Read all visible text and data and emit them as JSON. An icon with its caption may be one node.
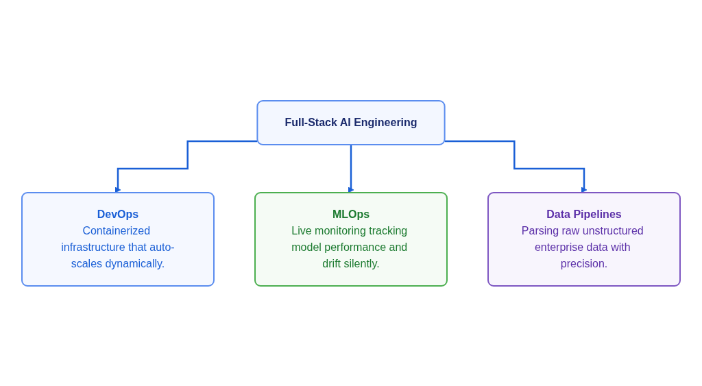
{
  "diagram": {
    "nodes": [
      {
        "text": [
          "Full-Stack AI Engineering"
        ]
      },
      {
        "text": [
          "DevOps",
          "Containerized infrastructure that auto-scales dynamically."
        ]
      },
      {
        "text": [
          "MLOps",
          "Live monitoring tracking model performance and drift silently."
        ]
      },
      {
        "text": [
          "Data Pipelines",
          "Parsing raw unstructured enterprise data with precision."
        ]
      }
    ],
    "edges": [
      {
        "from": 0,
        "to": 1,
        "arrow": "to"
      },
      {
        "from": 0,
        "to": 2,
        "arrow": "to"
      },
      {
        "from": 0,
        "to": 3,
        "arrow": "to"
      }
    ]
  }
}
